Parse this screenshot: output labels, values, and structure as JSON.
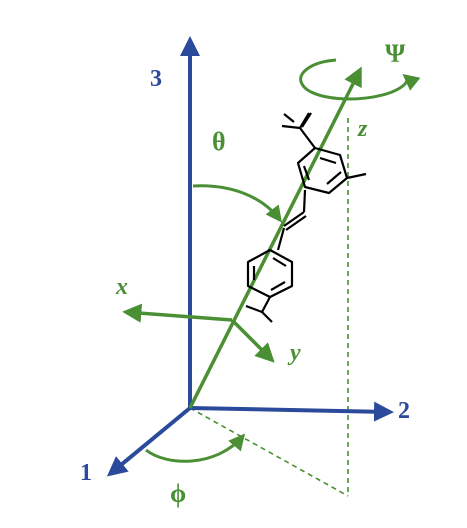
{
  "labels": {
    "axis3": "3",
    "axis2": "2",
    "axis1": "1",
    "theta": "θ",
    "phi": "ϕ",
    "psi": "Ψ",
    "mol_x": "x",
    "mol_y": "y",
    "mol_z": "z"
  },
  "colors": {
    "lab_axes": "#2b4a9b",
    "molecular_axes": "#4a8f34",
    "molecule": "#000000",
    "background": "#ffffff"
  }
}
